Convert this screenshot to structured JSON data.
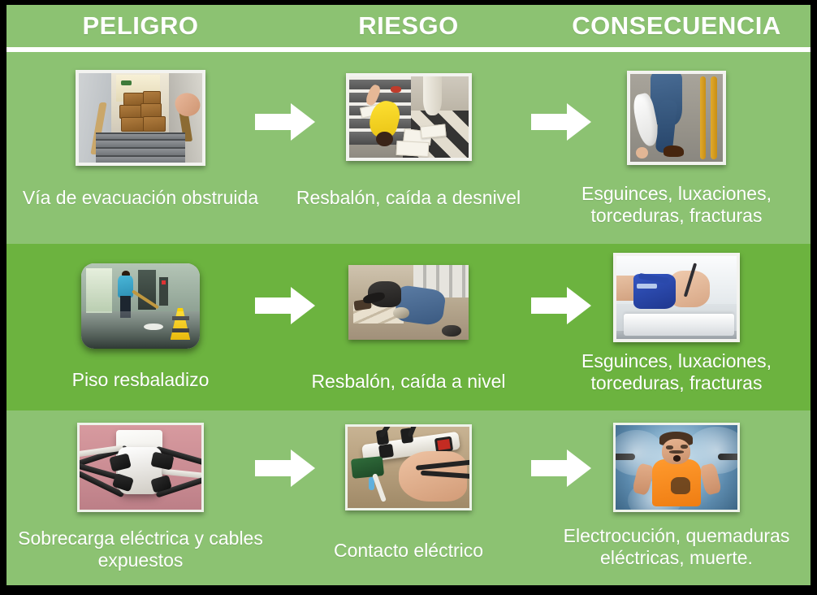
{
  "slide": {
    "background_color": "#000000",
    "header_band_color": "#8cc272",
    "row_alt_color": "#6cb33f",
    "text_color": "#ffffff"
  },
  "header": {
    "columns": [
      {
        "label": "PELIGRO"
      },
      {
        "label": "RIESGO"
      },
      {
        "label": "CONSECUENCIA"
      }
    ]
  },
  "rows": [
    {
      "id": "row-evacuacion",
      "hazard": {
        "caption": "Vía de evacuación obstruida",
        "image_name": "stairway-blocked-by-boxes-photo"
      },
      "arrow_1": {
        "icon": "right-arrow-icon"
      },
      "risk": {
        "caption": "Resbalón, caída a desnivel",
        "image_name": "person-fallen-on-stairs-photo"
      },
      "arrow_2": {
        "icon": "right-arrow-icon"
      },
      "consequence": {
        "caption": "Esguinces, luxaciones, torceduras, fracturas",
        "image_name": "leg-in-cast-with-crutches-photo"
      }
    },
    {
      "id": "row-piso-resbaladizo",
      "hazard": {
        "caption": "Piso resbaladizo",
        "image_name": "mopping-floor-wet-floor-sign-photo"
      },
      "arrow_1": {
        "icon": "right-arrow-icon"
      },
      "risk": {
        "caption": "Resbalón, caída a nivel",
        "image_name": "person-fallen-on-floor-photo"
      },
      "arrow_2": {
        "icon": "right-arrow-icon"
      },
      "consequence": {
        "caption": "Esguinces, luxaciones, torceduras, fracturas",
        "image_name": "hand-with-blue-wrist-brace-photo"
      }
    },
    {
      "id": "row-sobrecarga-electrica",
      "hazard": {
        "caption": "Sobrecarga  eléctrica  y cables expuestos",
        "image_name": "overloaded-electrical-outlet-photo"
      },
      "arrow_1": {
        "icon": "right-arrow-icon"
      },
      "risk": {
        "caption": "Contacto eléctrico",
        "image_name": "hand-touching-power-strip-photo"
      },
      "arrow_2": {
        "icon": "right-arrow-icon"
      },
      "consequence": {
        "caption": "Electrocución, quemaduras eléctricas, muerte.",
        "image_name": "person-being-electrocuted-photo"
      }
    }
  ]
}
